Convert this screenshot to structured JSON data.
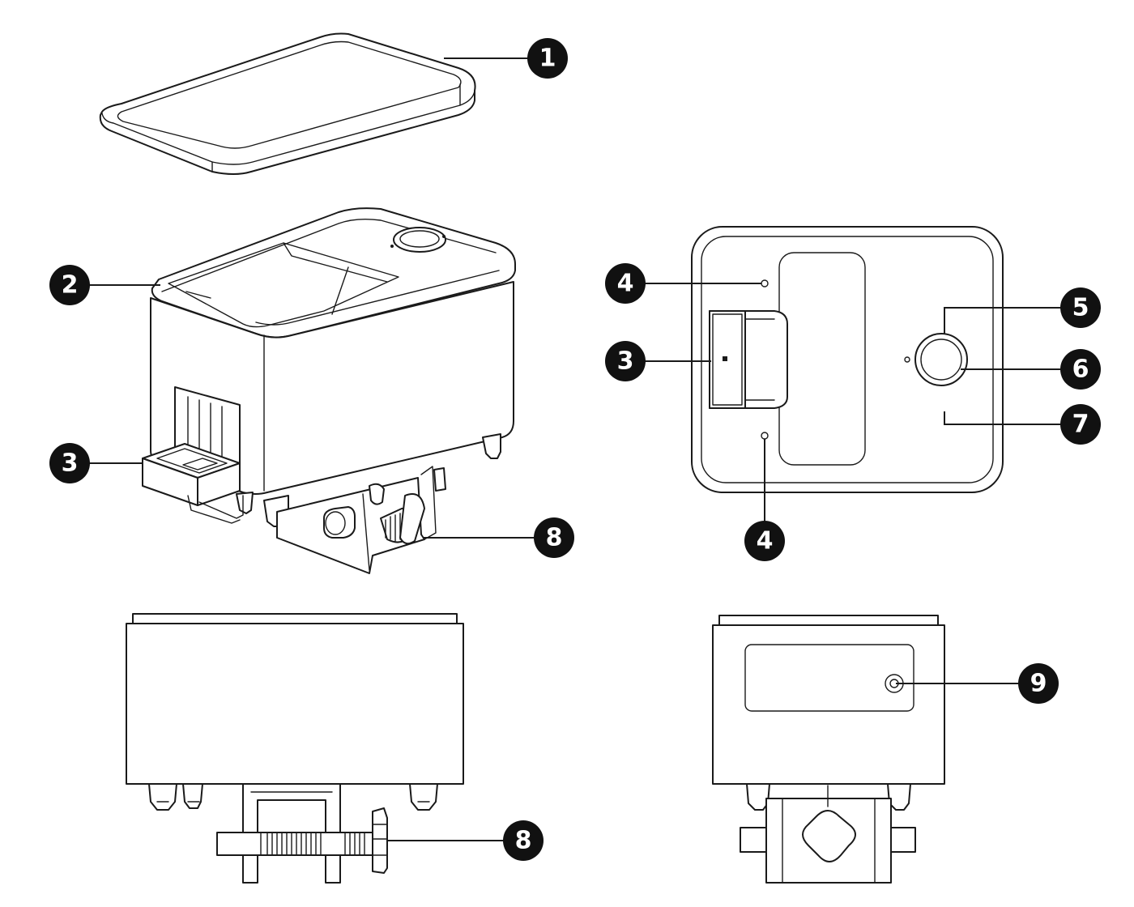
{
  "callouts": [
    {
      "id": "c1",
      "label": "1"
    },
    {
      "id": "c2",
      "label": "2"
    },
    {
      "id": "c3a",
      "label": "3"
    },
    {
      "id": "c8a",
      "label": "8"
    },
    {
      "id": "c4a",
      "label": "4"
    },
    {
      "id": "c3b",
      "label": "3"
    },
    {
      "id": "c4b",
      "label": "4"
    },
    {
      "id": "c5",
      "label": "5"
    },
    {
      "id": "c6",
      "label": "6"
    },
    {
      "id": "c7",
      "label": "7"
    },
    {
      "id": "c9",
      "label": "9"
    },
    {
      "id": "c8b",
      "label": "8"
    }
  ],
  "colors": {
    "line": "#1a1a1a",
    "badge": "#111111",
    "badge_text": "#ffffff",
    "background": "#ffffff"
  }
}
